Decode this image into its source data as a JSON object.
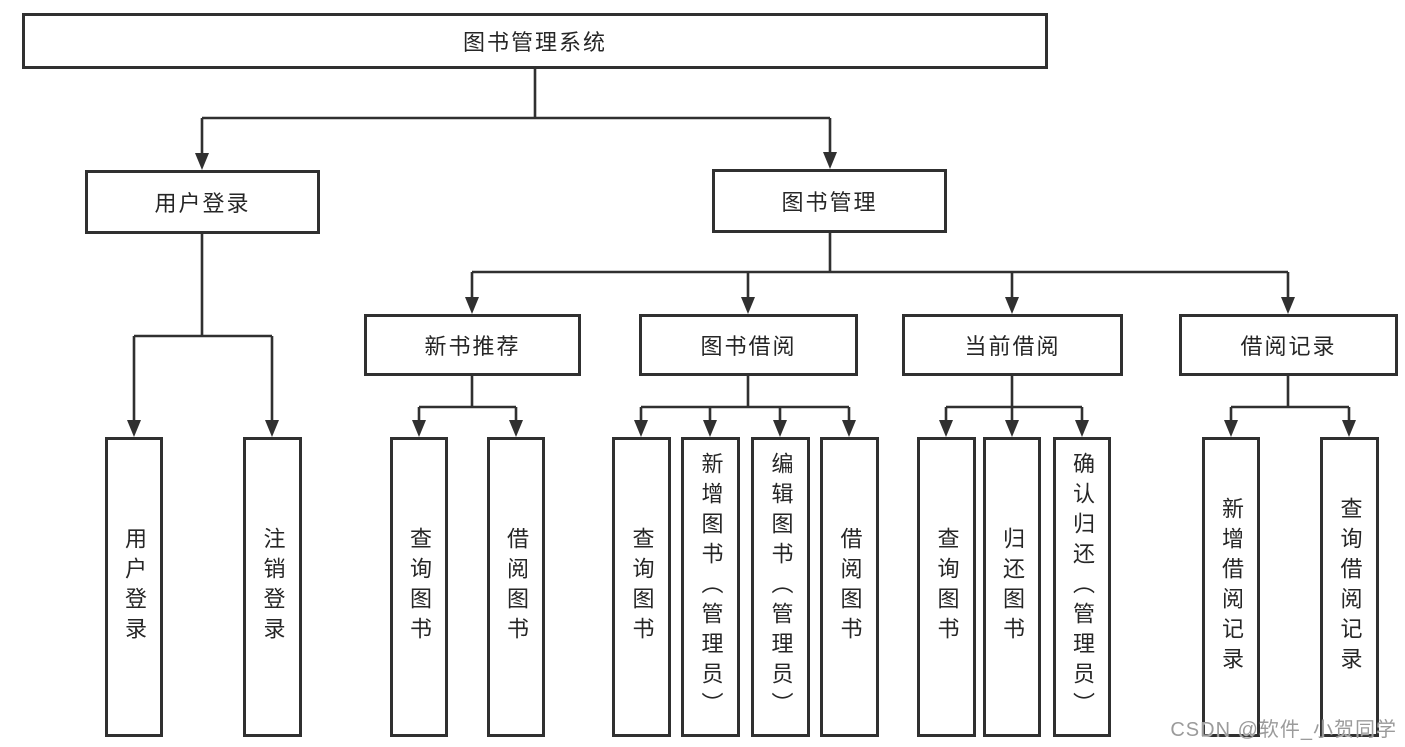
{
  "nodes": {
    "root": "图书管理系统",
    "user_login": "用户登录",
    "book_mgmt": "图书管理",
    "new_book_rec": "新书推荐",
    "book_borrow": "图书借阅",
    "current_borrow": "当前借阅",
    "borrow_records": "借阅记录",
    "leaf_user_login": "用户登录",
    "leaf_logout": "注销登录",
    "leaf_query_book_1": "查询图书",
    "leaf_borrow_book_1": "借阅图书",
    "leaf_query_book_2": "查询图书",
    "leaf_add_book": "新增图书（管理员）",
    "leaf_edit_book": "编辑图书（管理员）",
    "leaf_borrow_book_2": "借阅图书",
    "leaf_query_book_3": "查询图书",
    "leaf_return_book": "归还图书",
    "leaf_confirm_return": "确认归还（管理员）",
    "leaf_add_borrow_record": "新增借阅记录",
    "leaf_query_borrow_record": "查询借阅记录"
  },
  "watermark": {
    "text": "CSDN @软件_小贺同学",
    "color": "#9b9b9b"
  },
  "colors": {
    "background": "#ffffff",
    "line": "#303030",
    "box_border": "#303030",
    "text": "#262626"
  }
}
